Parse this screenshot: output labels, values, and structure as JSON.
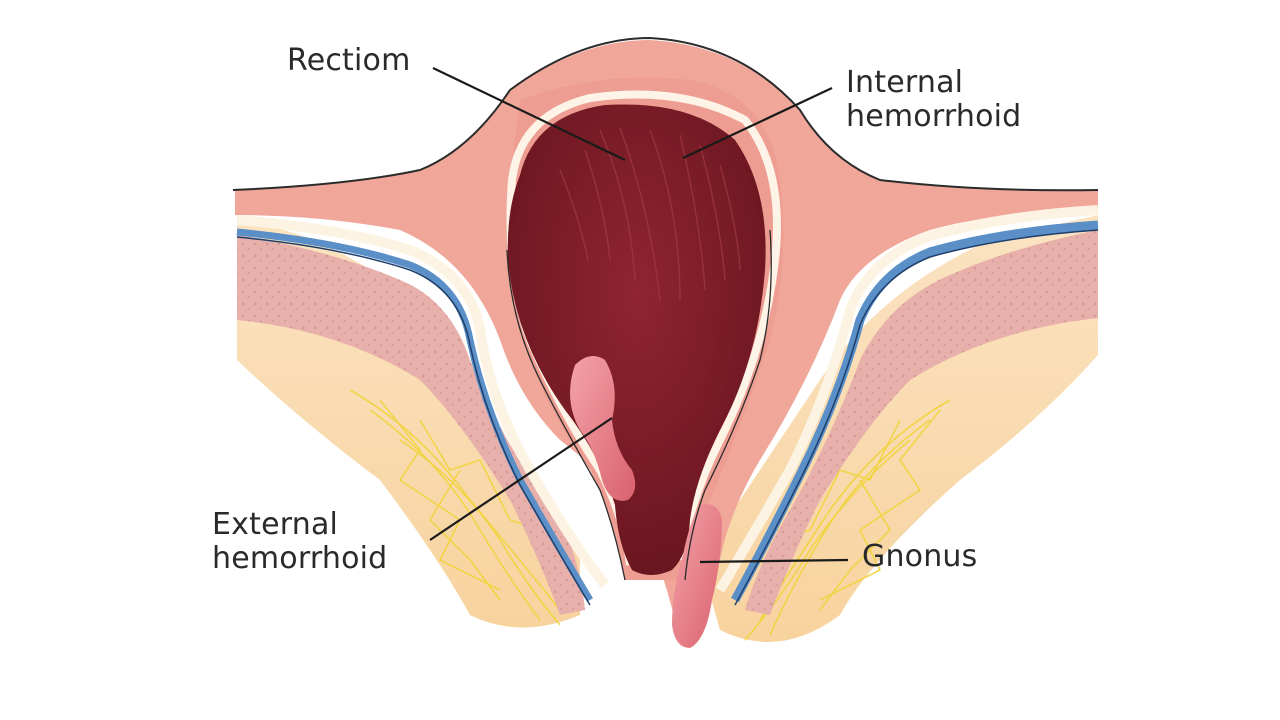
{
  "labels": {
    "rectum": "Rectiom",
    "internal_hemorrhoid": [
      "Internal",
      "hemorrhoid"
    ],
    "external_hemorrhoid": [
      "External",
      "hemorrhoid"
    ],
    "gnonus": "Gnonus"
  }
}
